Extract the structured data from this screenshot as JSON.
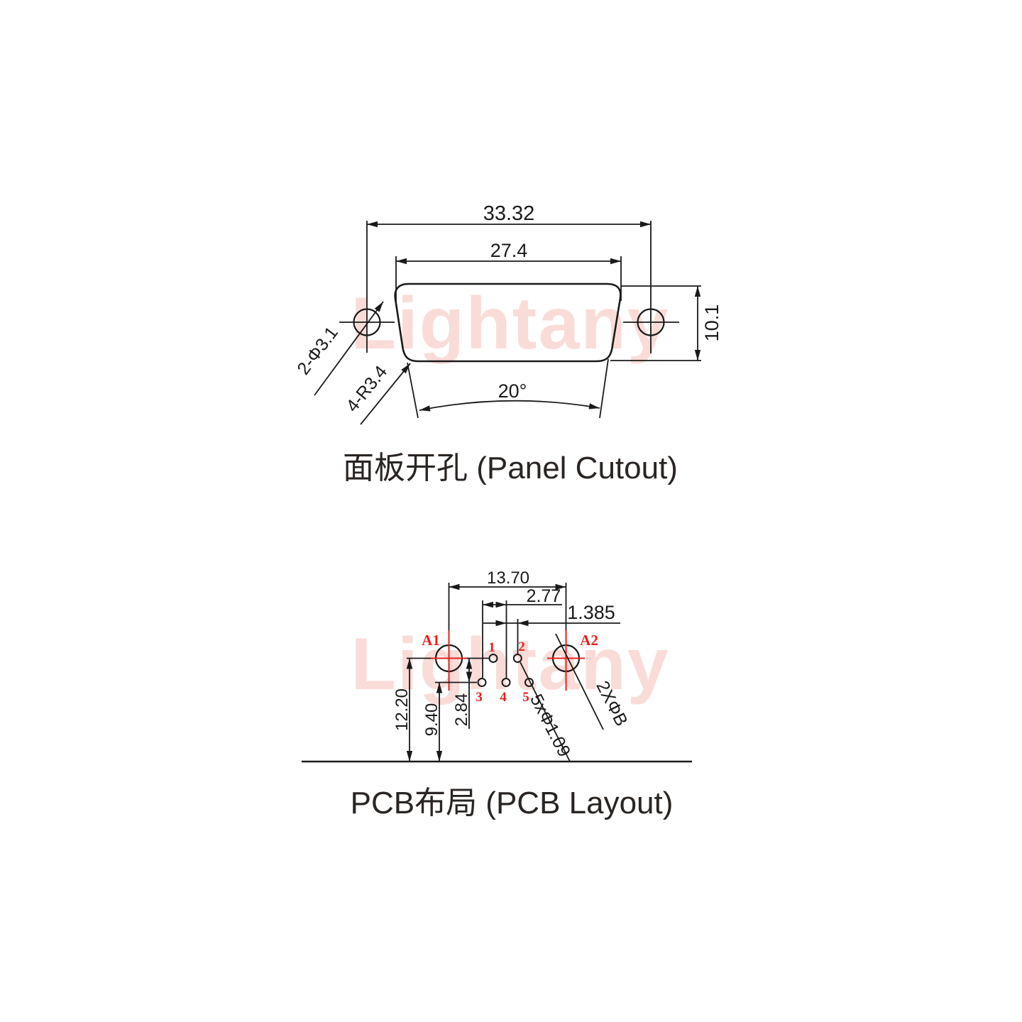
{
  "colors": {
    "line": "#1a1a1a",
    "red": "#e8211f",
    "title": "#2a2522",
    "watermark": "#f9dcd8"
  },
  "watermark": {
    "text": "Lightany"
  },
  "panel_cutout": {
    "title": "面板开孔 (Panel Cutout)",
    "dim_hole_span": "33.32",
    "dim_opening_width": "27.4",
    "dim_opening_height": "10.1",
    "dim_side_angle": "20°",
    "label_mount_holes": "2-Φ3.1",
    "label_corner_radius": "4-R3.4"
  },
  "pcb_layout": {
    "title": "PCB布局 (PCB Layout)",
    "dim_power_pad_span": "13.70",
    "dim_pin_pitch": "2.77",
    "dim_row_offset": "1.385",
    "dim_power_row_height": "12.20",
    "dim_lower_row_height": "9.40",
    "dim_row_gap": "2.84",
    "label_signal_holes": "5xΦ1.09",
    "label_power_holes": "2XΦB",
    "pads": {
      "a1": "A1",
      "a2": "A2",
      "p1": "1",
      "p2": "2",
      "p3": "3",
      "p4": "4",
      "p5": "5"
    }
  }
}
